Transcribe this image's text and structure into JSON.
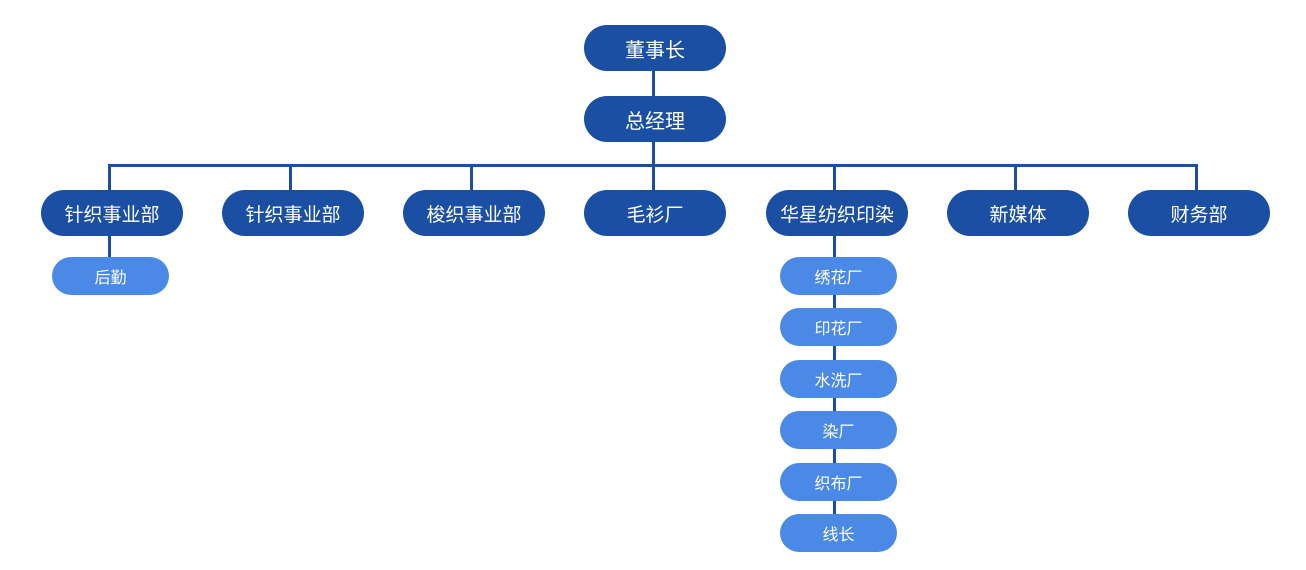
{
  "chairman": "董事长",
  "general_manager": "总经理",
  "departments": [
    "针织事业部",
    "针织事业部",
    "梭织事业部",
    "毛衫厂",
    "华星纺织印染",
    "新媒体",
    "财务部"
  ],
  "dept1_children": [
    "后勤"
  ],
  "huaxing_children": [
    "绣花厂",
    "印花厂",
    "水洗厂",
    "染厂",
    "织布厂",
    "线长"
  ],
  "colors": {
    "primary_node": "#1a4fa3",
    "secondary_node": "#4a8ae6",
    "connector": "#1a4fa3"
  }
}
